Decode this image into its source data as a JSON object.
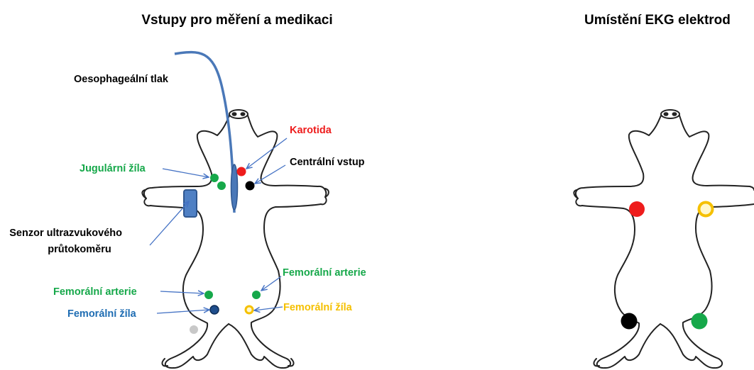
{
  "left_panel": {
    "title": "Vstupy pro měření a medikaci",
    "labels": {
      "oesophageal": "Oesophageální tlak",
      "karotida": "Karotida",
      "centralni": "Centrální vstup",
      "jugularni": "Jugulární žíla",
      "senzor_line1": "Senzor ultrazvukového",
      "senzor_line2": "průtokoměru",
      "fem_arterie_right": "Femorální arterie",
      "fem_arterie_left": "Femorální arterie",
      "fem_zila_left": "Femorální žíla",
      "fem_zila_right": "Femorální žíla"
    }
  },
  "right_panel": {
    "title": "Umístění EKG elektrod"
  },
  "colors": {
    "red": "#ee1c1c",
    "black": "#000000",
    "green": "#16a84a",
    "navy": "#1f4e8c",
    "yellow": "#f5c000",
    "gray": "#c8c8c8",
    "blue_label": "#1f6db3",
    "catheter": "#4a78b8",
    "arrow": "#4472c4"
  },
  "icons": [
    "pig-outline-icon",
    "ecg-pig-outline-icon"
  ]
}
